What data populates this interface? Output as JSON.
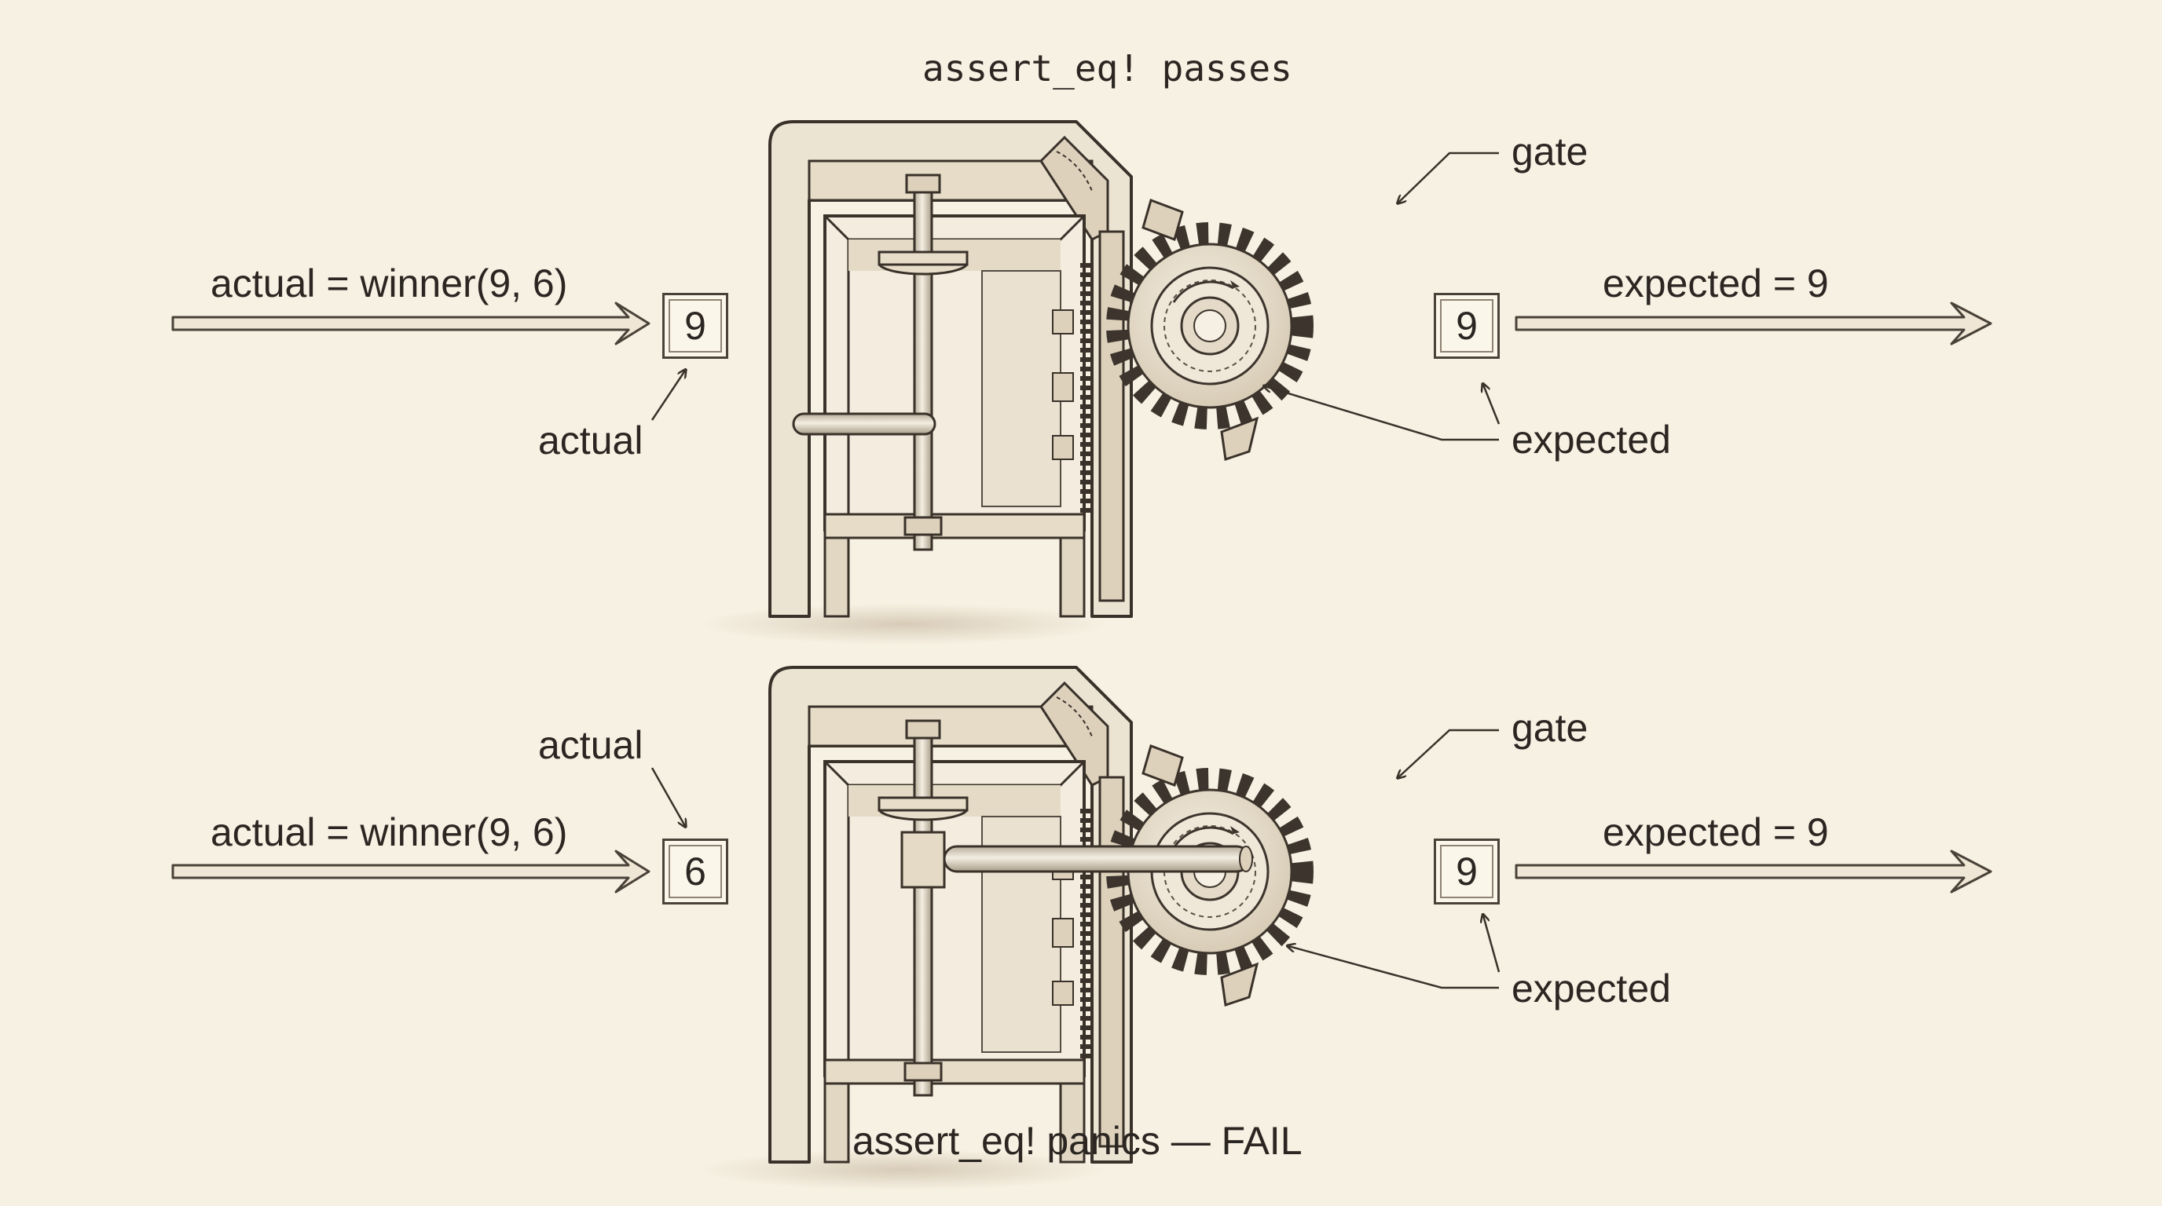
{
  "diagram": {
    "top": {
      "title": "assert_eq! passes",
      "actual_expr": "actual = winner(9, 6)",
      "actual_value": "9",
      "actual_label": "actual",
      "expected_expr": "expected = 9",
      "expected_value": "9",
      "expected_label": "expected",
      "gate_label": "gate"
    },
    "bottom": {
      "caption": "assert_eq! panics — FAIL",
      "actual_expr": "actual = winner(9, 6)",
      "actual_value": "6",
      "actual_label": "actual",
      "expected_expr": "expected = 9",
      "expected_value": "9",
      "expected_label": "expected",
      "gate_label": "gate"
    }
  },
  "colors": {
    "paper": "#f7f1e3",
    "ink": "#2b2622",
    "machine": "#ece4d3",
    "machine_shadow": "#cdbfa9"
  }
}
